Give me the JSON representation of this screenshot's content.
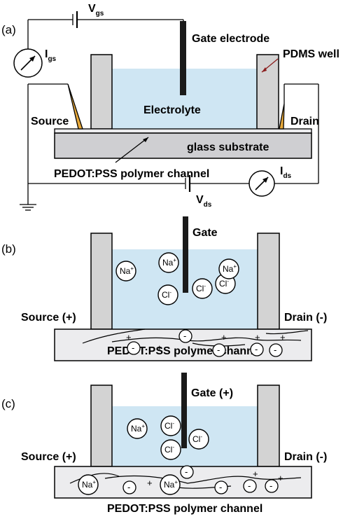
{
  "panel_a": {
    "label": "(a)",
    "vgs": {
      "main": "V",
      "sub": "gs"
    },
    "igs": {
      "main": "I",
      "sub": "gs"
    },
    "gate_electrode": "Gate electrode",
    "pdms_well": "PDMS well",
    "source": "Source",
    "drain": "Drain",
    "electrolyte": "Electrolyte",
    "glass_substrate": "glass substrate",
    "channel": "PEDOT:PSS polymer channel",
    "ids": {
      "main": "I",
      "sub": "ds"
    },
    "vds": {
      "main": "V",
      "sub": "ds"
    }
  },
  "panel_b": {
    "label": "(b)",
    "gate": "Gate",
    "source": "Source (+)",
    "drain": "Drain (-)",
    "channel": "PEDOT:PSS polymer channel",
    "ions": [
      {
        "name": "Na",
        "charge": "+"
      },
      {
        "name": "Na",
        "charge": "+"
      },
      {
        "name": "Cl",
        "charge": "-"
      },
      {
        "name": "Cl",
        "charge": "-"
      },
      {
        "name": "Cl",
        "charge": "-"
      },
      {
        "name": "Na",
        "charge": "+"
      }
    ],
    "holes": [
      "+",
      "+",
      "+",
      "+",
      "+"
    ],
    "anions": [
      "-",
      "-",
      "-",
      "-",
      "-"
    ]
  },
  "panel_c": {
    "label": "(c)",
    "gate": "Gate (+)",
    "source": "Source (+)",
    "drain": "Drain (-)",
    "channel": "PEDOT:PSS polymer channel",
    "ions": [
      {
        "name": "Na",
        "charge": "+"
      },
      {
        "name": "Cl",
        "charge": "-"
      },
      {
        "name": "Cl",
        "charge": "-"
      },
      {
        "name": "Cl",
        "charge": "-"
      },
      {
        "name": "Na",
        "charge": "+"
      },
      {
        "name": "Na",
        "charge": "+"
      }
    ],
    "holes": [
      "+",
      "+",
      "+"
    ],
    "anions": [
      "-",
      "-",
      "-",
      "-",
      "-",
      "-"
    ]
  },
  "colors": {
    "electrolyte": "#cfe6f3",
    "wall": "#d3d3d3",
    "substrate": "#cfcfd2",
    "channel_layer": "#ececee",
    "contact": "#e8a93a",
    "ink": "#000000"
  }
}
